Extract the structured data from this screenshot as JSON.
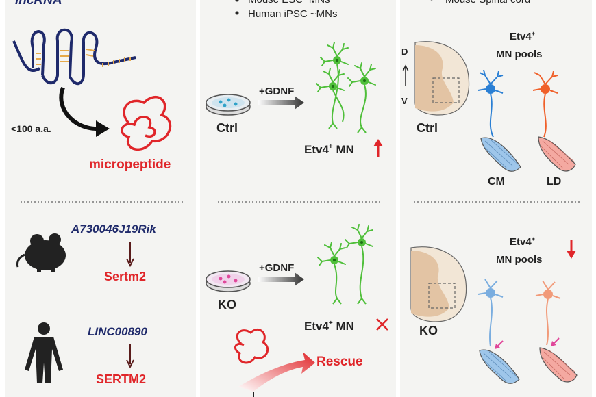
{
  "panels": {
    "left": {
      "heading": "lncRNA",
      "length_label": "<100 a.a.",
      "product": "micropeptide",
      "mouse_gene": "A730046J19Rik",
      "mouse_peptide": "Sertm2",
      "human_gene": "LINC00890",
      "human_peptide": "SERTM2"
    },
    "middle": {
      "bullets": [
        "Mouse ESC~MNs",
        "Human iPSC ~MNs"
      ],
      "ctrl_label": "Ctrl",
      "ko_label": "KO",
      "treatment": "+GDNF",
      "outcome_base": "Etv4",
      "outcome_sup": "+",
      "outcome_suffix": " MN",
      "rescue": "Rescue"
    },
    "right": {
      "bullet": "Mouse Spinal cord",
      "axis_top": "D",
      "axis_bottom": "V",
      "ctrl_label": "Ctrl",
      "ko_label": "KO",
      "pools_line1_base": "Etv4",
      "pools_line1_sup": "+",
      "pools_line2": "MN pools",
      "muscle_cm": "CM",
      "muscle_ld": "LD"
    }
  },
  "colors": {
    "red": "#e0262a",
    "navy": "#1f2a6b",
    "green": "#4fbf3a",
    "blue_neuron": "#2a7fd4",
    "orange_neuron": "#f0602a",
    "cord": "#f2e6d6",
    "cord_inner": "#e3c4a4",
    "muscle_blue": "#9ec6ea",
    "muscle_pink": "#f4a9a1",
    "panel_bg": "#f4f4f2",
    "dish": "#d7e6ee"
  }
}
